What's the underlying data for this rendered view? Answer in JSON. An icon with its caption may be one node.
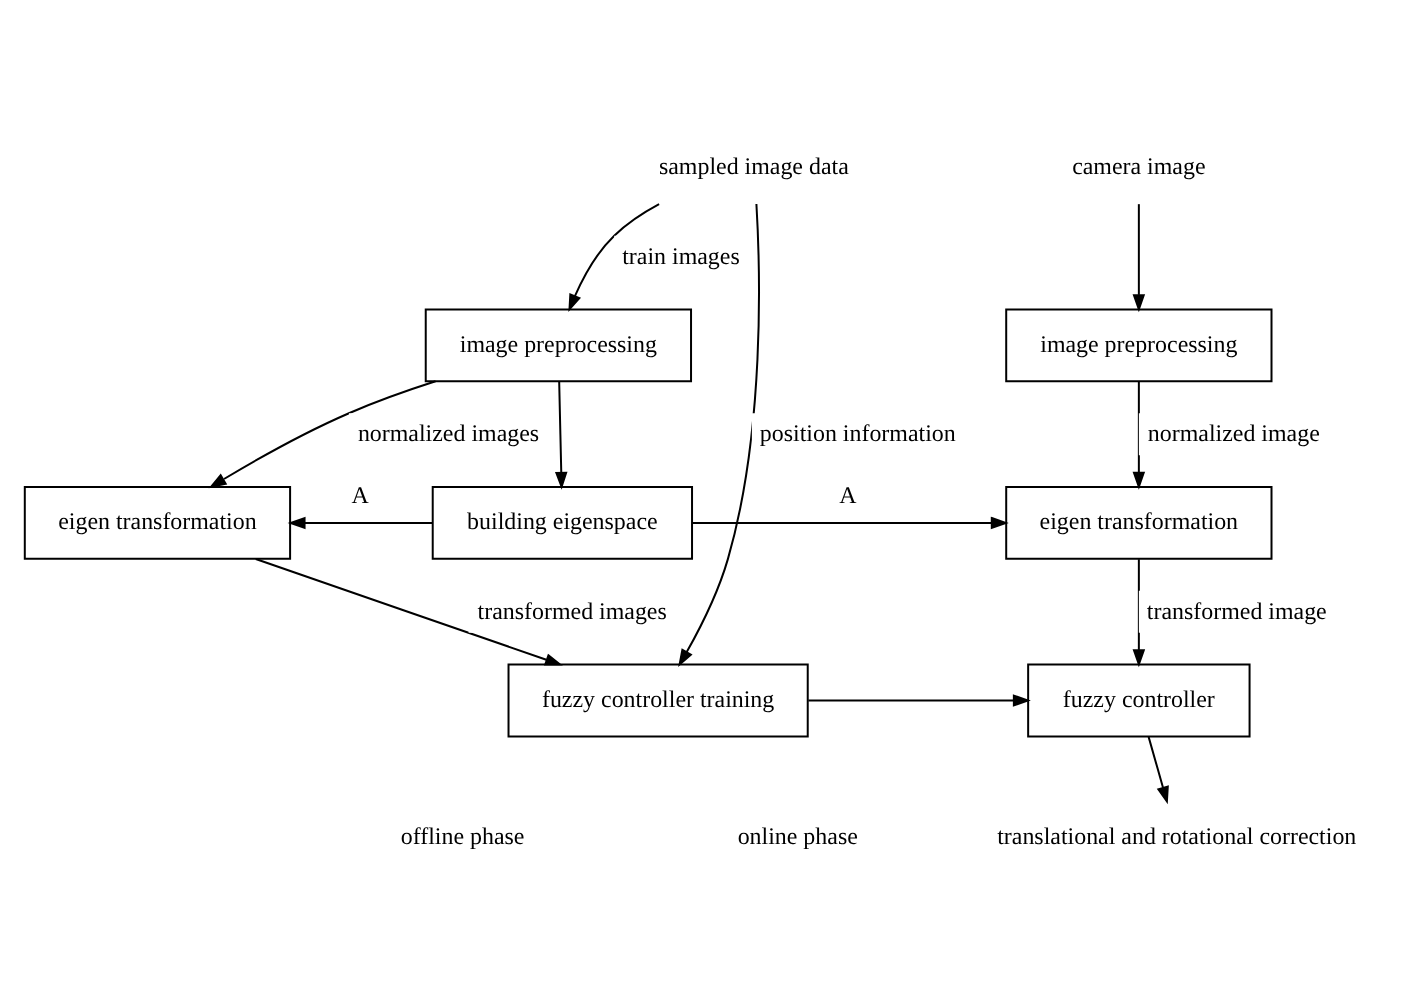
{
  "diagram": {
    "nodes": [
      {
        "text": [
          "sampled image data"
        ]
      },
      {
        "text": [
          "image preprocessing"
        ]
      },
      {
        "text": [
          "eigen transformation"
        ]
      },
      {
        "text": [
          "building eigenspace"
        ]
      },
      {
        "text": [
          "fuzzy controller training"
        ]
      },
      {
        "text": [
          "camera image"
        ]
      },
      {
        "text": [
          "image preprocessing"
        ]
      },
      {
        "text": [
          "eigen transformation"
        ]
      },
      {
        "text": [
          "fuzzy controller"
        ]
      },
      {
        "text": [
          "translational and rotational correction"
        ]
      }
    ],
    "edges": [
      {
        "from": 0,
        "to": 1,
        "arrow": "to",
        "label": "train images"
      },
      {
        "from": 0,
        "to": 4,
        "arrow": "to",
        "label": "position information"
      },
      {
        "from": 1,
        "to": 2,
        "arrow": "to",
        "label": "normalized images"
      },
      {
        "from": 1,
        "to": 3,
        "arrow": "to"
      },
      {
        "from": 3,
        "to": 2,
        "arrow": "to",
        "label": "A"
      },
      {
        "from": 3,
        "to": 7,
        "arrow": "to",
        "label": "A"
      },
      {
        "from": 2,
        "to": 4,
        "arrow": "to",
        "label": "transformed images"
      },
      {
        "from": 5,
        "to": 6,
        "arrow": "to"
      },
      {
        "from": 6,
        "to": 7,
        "arrow": "to",
        "label": "normalized image"
      },
      {
        "from": 7,
        "to": 8,
        "arrow": "to",
        "label": "transformed image"
      },
      {
        "from": 4,
        "to": 8,
        "arrow": "to"
      },
      {
        "from": 8,
        "to": 9,
        "arrow": "to"
      }
    ],
    "labels": [
      "offline phase",
      "online phase"
    ]
  }
}
